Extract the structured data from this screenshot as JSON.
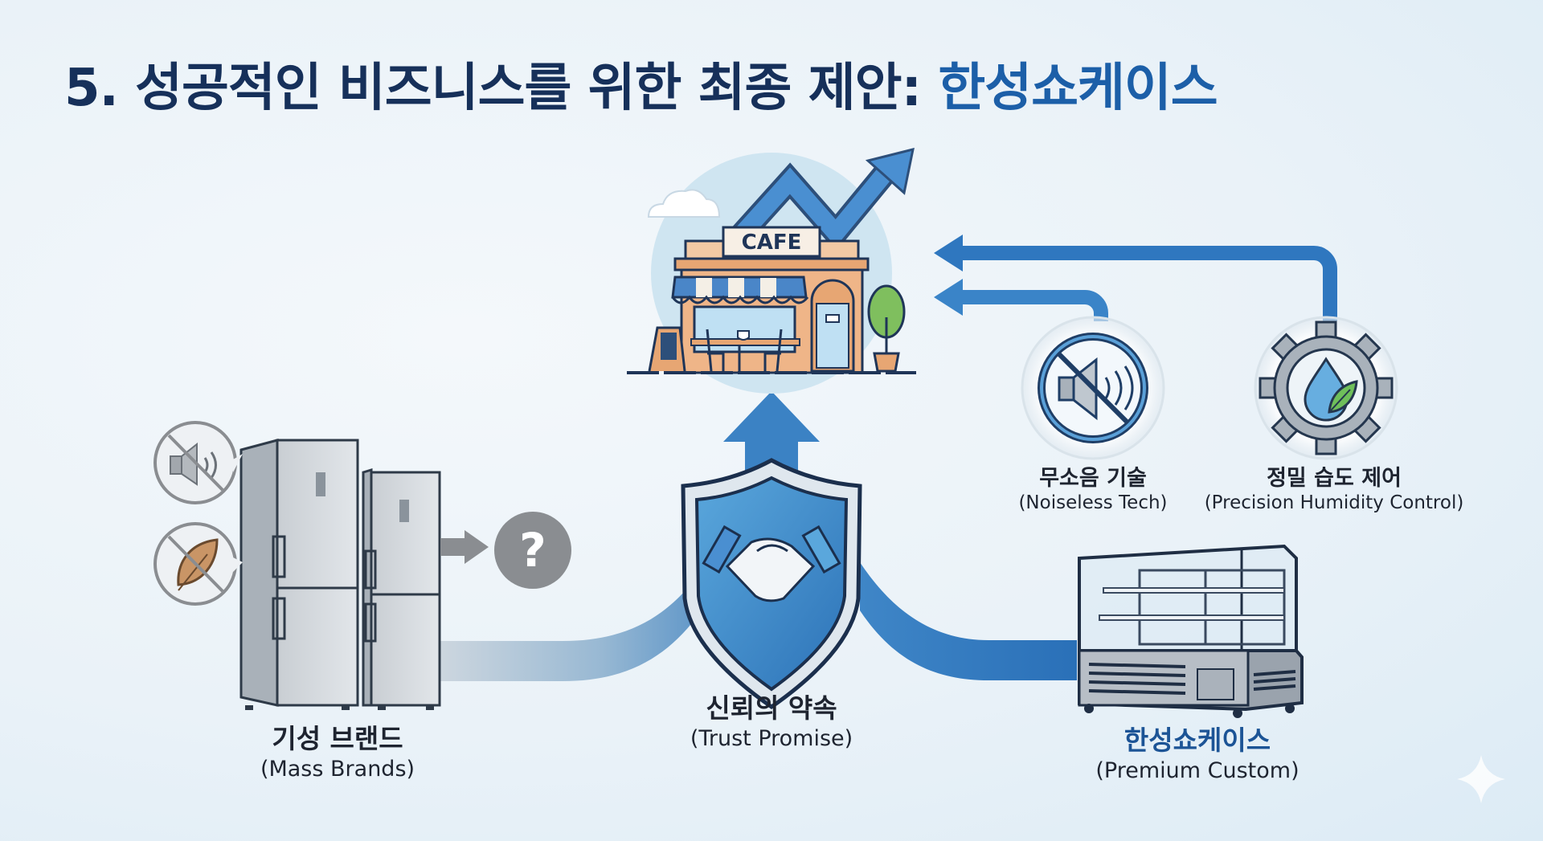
{
  "title": {
    "main": "5. 성공적인 비즈니스를 위한 최종 제안: ",
    "accent": "한성쇼케이스"
  },
  "cafe": {
    "sign": "CAFE",
    "icon": "cafe-storefront-icon",
    "trend_icon": "trend-up-arrow-icon"
  },
  "mass_brands": {
    "label_ko": "기성 브랜드",
    "label_en": "(Mass Brands)",
    "issues": [
      "noise-muted-crossed-icon",
      "leaf-crossed-icon"
    ],
    "result_icon": "question-mark-icon",
    "result_glyph": "?"
  },
  "trust": {
    "label_ko": "신뢰의 약속",
    "label_en": "(Trust Promise)",
    "icon": "shield-handshake-icon"
  },
  "hansung": {
    "label_ko": "한성쇼케이스",
    "label_en": "(Premium Custom)",
    "icon": "display-showcase-icon"
  },
  "features": [
    {
      "label_ko": "무소음 기술",
      "label_en": "(Noiseless Tech)",
      "icon": "noiseless-icon"
    },
    {
      "label_ko": "정밀 습도 제어",
      "label_en": "(Precision Humidity Control)",
      "icon": "humidity-gear-icon"
    }
  ],
  "colors": {
    "navy": "#16305a",
    "accent_blue": "#1c5fa8",
    "flow_blue": "#3b82c4",
    "gray": "#8a8d91"
  }
}
